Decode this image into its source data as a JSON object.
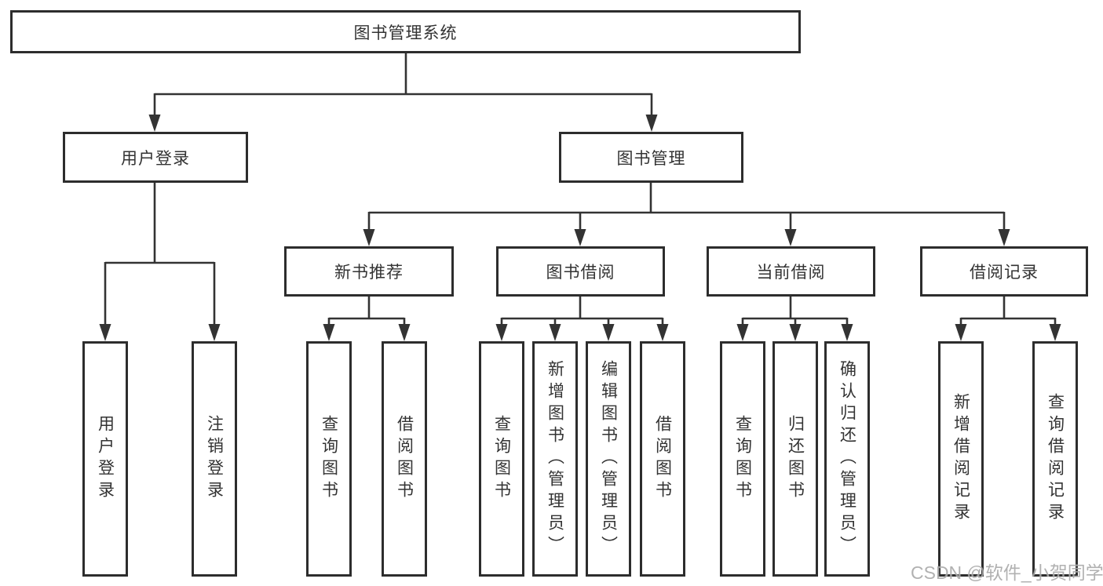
{
  "diagram": {
    "type": "tree",
    "root": {
      "label": "图书管理系统",
      "children": [
        {
          "label": "用户登录",
          "children": [
            {
              "label": "用户登录"
            },
            {
              "label": "注销登录"
            }
          ]
        },
        {
          "label": "图书管理",
          "children": [
            {
              "label": "新书推荐",
              "children": [
                {
                  "label": "查询图书"
                },
                {
                  "label": "借阅图书"
                }
              ]
            },
            {
              "label": "图书借阅",
              "children": [
                {
                  "label": "查询图书"
                },
                {
                  "label": "新增图书（管理员）"
                },
                {
                  "label": "编辑图书（管理员）"
                },
                {
                  "label": "借阅图书"
                }
              ]
            },
            {
              "label": "当前借阅",
              "children": [
                {
                  "label": "查询图书"
                },
                {
                  "label": "归还图书"
                },
                {
                  "label": "确认归还（管理员）"
                }
              ]
            },
            {
              "label": "借阅记录",
              "children": [
                {
                  "label": "新增借阅记录"
                },
                {
                  "label": "查询借阅记录"
                }
              ]
            }
          ]
        }
      ]
    }
  },
  "watermark": {
    "text": "CSDN @软件_小贺同学"
  },
  "colors": {
    "line": "#333333",
    "box_border": "#2d2d2d",
    "box_fill": "#ffffff",
    "text": "#333333",
    "watermark": "#a9a9a9"
  }
}
